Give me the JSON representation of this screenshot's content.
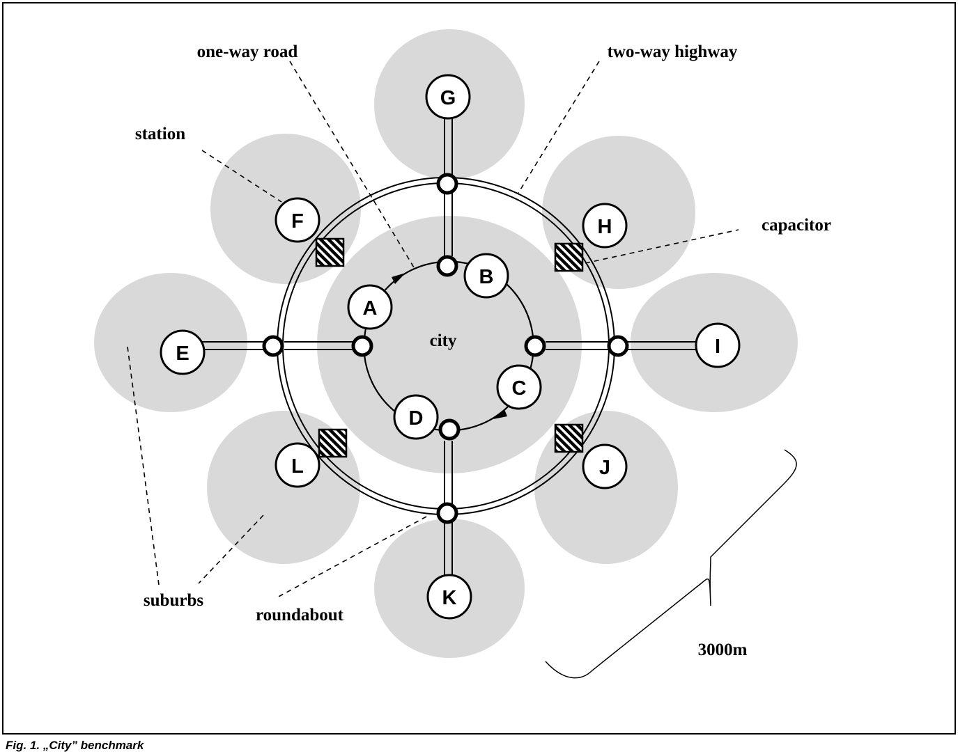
{
  "labels": {
    "one_way_road": "one-way road",
    "two_way_highway": "two-way highway",
    "station": "station",
    "capacitor": "capacitor",
    "city": "city",
    "suburbs": "suburbs",
    "roundabout": "roundabout",
    "scale": "3000m"
  },
  "stations": {
    "A": "A",
    "B": "B",
    "C": "C",
    "D": "D",
    "E": "E",
    "F": "F",
    "G": "G",
    "H": "H",
    "I": "I",
    "J": "J",
    "K": "K",
    "L": "L"
  },
  "caption": "Fig. 1. „City” benchmark",
  "colors": {
    "area_fill": "#d9d9d9",
    "line": "#000000",
    "background": "#ffffff"
  }
}
